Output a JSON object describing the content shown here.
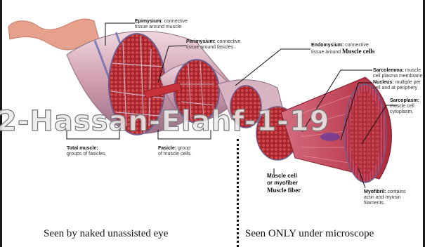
{
  "labels": {
    "epimysium_title": "Epimysium:",
    "epimysium_desc1": "connective",
    "epimysium_desc2": "tissue around muscle",
    "perimysium_title": "Perimysium:",
    "perimysium_desc1": "connective",
    "perimysium_desc2": "tissue around fasicles",
    "endomysium_title": "Endomysium:",
    "endomysium_desc1": "connective",
    "endomysium_desc2": "tissue around",
    "endomysium_extra": "Muscle cells",
    "sarcolemma_title": "Sarcolemma:",
    "sarcolemma_desc1": "muscle",
    "sarcolemma_desc2": "cell plasma membrane",
    "nucleus_title": "Nucleus:",
    "nucleus_desc1": "multiple per",
    "nucleus_desc2": "cell and at periphery",
    "sarcoplasm_title": "Sarcoplasm:",
    "sarcoplasm_desc1": "muscle cell",
    "sarcoplasm_desc2": "cytoplasm.",
    "total_muscle_title": "Total muscle:",
    "total_muscle_desc": "groups of fasicles.",
    "fasicle_title": "Fasicle:",
    "fasicle_desc1": "group",
    "fasicle_desc2": "of muscle cells.",
    "muscle_cell_line1": "Muscle cell",
    "muscle_cell_line2": "or myofiber",
    "muscle_fiber_extra": "Muscle fiber",
    "myofibril_title": "Myofibril:",
    "myofibril_desc1": "contains",
    "myofibril_desc2": "actin and myosin",
    "myofibril_desc3": "filaments."
  },
  "captions": {
    "left": "Seen by naked unassisted eye",
    "right": "Seen ONLY under microscope"
  },
  "watermark": "2-Hassan-Elahf-1-19",
  "colors": {
    "tissue_pink": "#d9a7b5",
    "muscle_red": "#b5262d",
    "membrane_blue": "#7b7fb8",
    "tendon": "#e59e8a",
    "text_dark": "#111111"
  }
}
